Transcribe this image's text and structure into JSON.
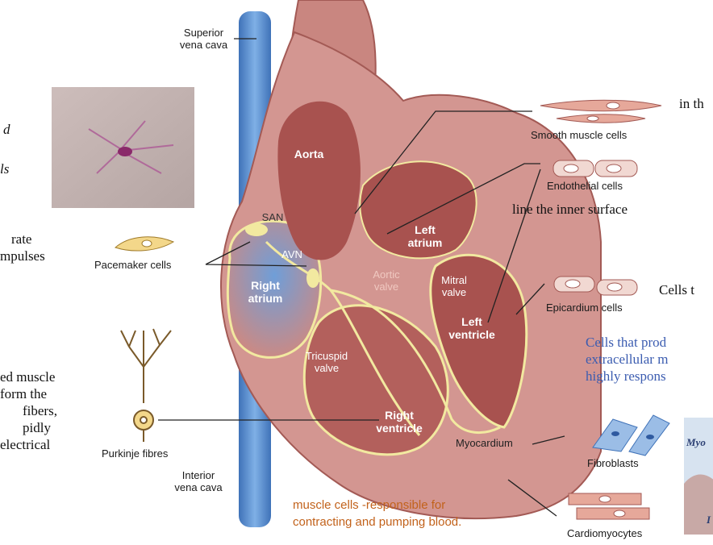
{
  "labels": {
    "superior_vena_cava": [
      "Superior",
      "vena cava"
    ],
    "inferior_vena_cava": [
      "Interior",
      "vena cava"
    ],
    "aorta": "Aorta",
    "san": "SAN",
    "avn": "AVN",
    "right_atrium": [
      "Right",
      "atrium"
    ],
    "left_atrium": [
      "Left",
      "atrium"
    ],
    "aortic_valve": [
      "Aortic",
      "valve"
    ],
    "mitral_valve": [
      "Mitral",
      "valve"
    ],
    "left_ventricle": [
      "Left",
      "ventricle"
    ],
    "tricuspid_valve": [
      "Tricuspid",
      "valve"
    ],
    "right_ventricle": [
      "Right",
      "ventricle"
    ],
    "myocardium": "Myocardium"
  },
  "cells": {
    "smooth_muscle": "Smooth muscle cells",
    "endothelial": "Endothelial cells",
    "epicardium": "Epicardium cells",
    "fibroblasts": "Fibroblasts",
    "cardiomyocytes": "Cardiomyocytes",
    "pacemaker": "Pacemaker cells",
    "purkinje": "Purkinje fibres"
  },
  "side_text": {
    "left_italic": [
      "d",
      "ls"
    ],
    "left_pacemaker": [
      "rate",
      "mpulses"
    ],
    "left_purkinje": [
      "ed muscle",
      " form the",
      "fibers,",
      "pidly",
      "electrical"
    ],
    "right_smooth": "in th",
    "right_endothelial": "line the inner surface",
    "right_epicardium": "Cells t",
    "right_fibro_blue": [
      "Cells that prod",
      "extracellular m",
      "highly respons"
    ],
    "cardiomyocyte_desc": [
      "muscle cells -responsible for",
      "contracting and pumping blood."
    ],
    "card_fragment": [
      "Myo",
      "I"
    ]
  },
  "colors": {
    "heart": "#d9918a",
    "heart_dark": "#a8524f",
    "vessel": "#5b8fd0",
    "conduction": "#f2e9a0",
    "label_blue": "#3b5cb0",
    "label_orange": "#c2621b"
  }
}
